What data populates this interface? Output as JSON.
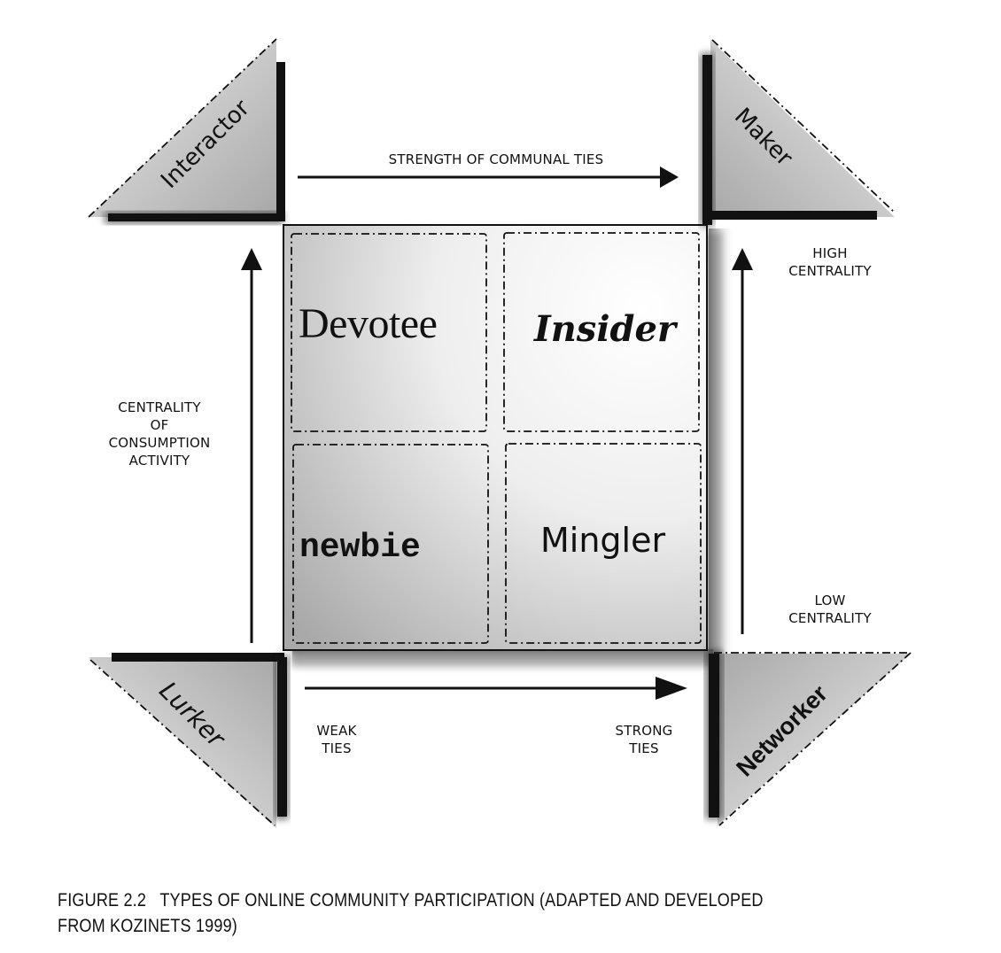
{
  "figure": {
    "title_axis_top": "STRENGTH OF COMMUNAL TIES",
    "axis_left": [
      "CENTRALITY",
      "OF",
      "CONSUMPTION",
      "ACTIVITY"
    ],
    "axis_right_high": [
      "HIGH",
      "CENTRALITY"
    ],
    "axis_right_low": [
      "LOW",
      "CENTRALITY"
    ],
    "axis_bottom_weak": [
      "WEAK",
      "TIES"
    ],
    "axis_bottom_strong": [
      "STRONG",
      "TIES"
    ],
    "corners": {
      "top_left": "Interactor",
      "top_right": "Maker",
      "bottom_left": "Lurker",
      "bottom_right": "Networker"
    },
    "quadrants": {
      "top_left": "Devotee",
      "top_right": "Insider",
      "bottom_left": "newbie",
      "bottom_right": "Mingler"
    },
    "colors": {
      "ink": "#111111",
      "shade_dark": "#9a9a9a",
      "shade_light": "#f4f4f4",
      "background": "#ffffff"
    }
  },
  "caption": {
    "line1": "FIGURE 2.2   TYPES OF ONLINE COMMUNITY PARTICIPATION (ADAPTED AND DEVELOPED",
    "line2": "FROM KOZINETS 1999)"
  }
}
